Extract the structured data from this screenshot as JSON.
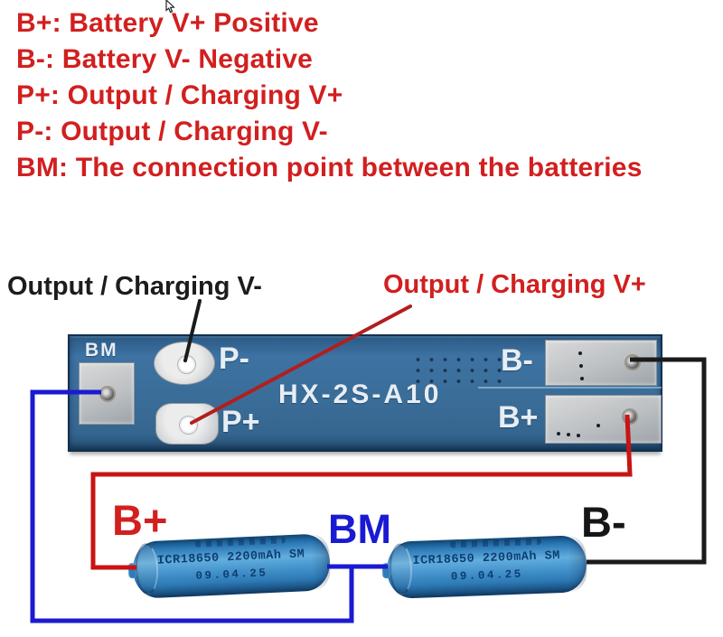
{
  "legend": {
    "lines": [
      "B+: Battery V+ Positive",
      "B-: Battery V- Negative",
      "P+: Output / Charging V+",
      "P-: Output / Charging V-",
      "BM: The connection point between the batteries"
    ]
  },
  "callouts": {
    "output_v_minus": "Output / Charging V-",
    "output_v_plus": "Output / Charging V+"
  },
  "board": {
    "model": "HX-2S-A10",
    "pads": {
      "bm": "BM",
      "p_minus": "P-",
      "p_plus": "P+",
      "b_minus": "B-",
      "b_plus": "B+"
    }
  },
  "wiring_labels": {
    "b_plus": "B+",
    "bm": "BM",
    "b_minus": "B-"
  },
  "batteries": [
    {
      "line1": "ICR18650 2200mAh SM",
      "line2": "09.04.25"
    },
    {
      "line1": "ICR18650 2200mAh SM",
      "line2": "09.04.25"
    }
  ],
  "colors": {
    "red_text": "#d21f1f",
    "callout_black": "#1c1c1c",
    "wire_red": "#c81414",
    "wire_blue": "#1a1ad2",
    "wire_black": "#1a1a1a",
    "pointer_red": "#b21e1e",
    "pointer_black": "#1b1b1b",
    "board_blue": "#3a6d98",
    "battery_blue": "#2f7cba"
  }
}
